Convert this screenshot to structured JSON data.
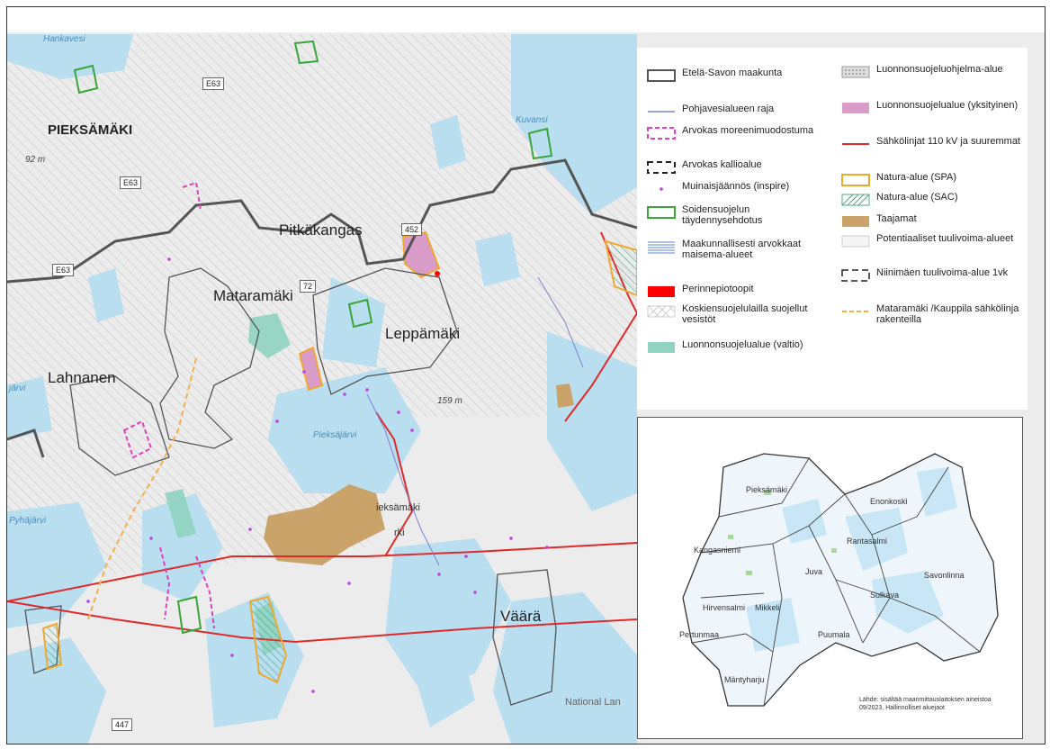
{
  "places": {
    "pieksamaki_region": "PIEKSÄMÄKI",
    "pitkakangas": "Pitkäkangas",
    "mataramaki": "Mataramäki",
    "leppamaki": "Leppämäki",
    "lahnanen": "Lahnanen",
    "vaara": "Väärä",
    "pieksamaki_town": "ieksämäki",
    "mantyharju_partial": "rki",
    "national_land": "National Lan",
    "hankavesi": "Hankavesi",
    "kuvansi": "Kuvansi",
    "pieksajarvi": "Pieksäjärvi",
    "pyhajarvi": "Pyhäjärvi",
    "jarvi": "järvi"
  },
  "elevations": {
    "e92": "92 m",
    "e159": "159 m"
  },
  "roads": {
    "e63_top": "E63",
    "e63_mid": "E63",
    "e63_left": "E63",
    "r72": "72",
    "r452": "452",
    "r447": "447"
  },
  "legend": {
    "items": [
      {
        "label": "Etelä-Savon maakunta",
        "symbol": "region-border"
      },
      {
        "label": "Pohjavesialueen raja",
        "symbol": "groundwater-line"
      },
      {
        "label": "Arvokas moreenimuodostuma",
        "symbol": "moraine-dash"
      },
      {
        "label": "Arvokas kallioalue",
        "symbol": "rock-dash"
      },
      {
        "label": "Muinaisjäännös (inspire)",
        "symbol": "ancient-dot"
      },
      {
        "label": "Soidensuojelun täydennysehdotus",
        "symbol": "mire-box"
      },
      {
        "label": "Maakunnallisesti arvokkaat maisema-alueet",
        "symbol": "landscape-lines"
      },
      {
        "label": "Perinnepiotoopit",
        "symbol": "heritage-fill"
      },
      {
        "label": "Koskiensuojelulailla suojellut vesistöt",
        "symbol": "rapids-hatch"
      },
      {
        "label": "Luonnonsuojelualue (valtio)",
        "symbol": "state-reserve-fill"
      },
      {
        "label": "Luonnonsuojeluohjelma-alue",
        "symbol": "program-dots"
      },
      {
        "label": "Luonnonsuojelualue (yksityinen)",
        "symbol": "private-reserve-fill"
      },
      {
        "label": "Sähkölinjat 110 kV ja suuremmat",
        "symbol": "powerline"
      },
      {
        "label": "Natura-alue (SPA)",
        "symbol": "spa-box"
      },
      {
        "label": "Natura-alue (SAC)",
        "symbol": "sac-hatch"
      },
      {
        "label": "Taajamat",
        "symbol": "urban-fill"
      },
      {
        "label": "Potentiaaliset tuulivoima-alueet",
        "symbol": "wind-area-box"
      },
      {
        "label": "Niinimäen tuulivoima-alue 1vk",
        "symbol": "niinimaki-dash"
      },
      {
        "label": "Mataramäki /Kauppila sähkölinja rakenteilla",
        "symbol": "construction-line"
      }
    ]
  },
  "inset": {
    "municipalities": [
      "Pieksämäki",
      "Enonkoski",
      "Rantasalmi",
      "Kangasniemi",
      "Juva",
      "Savonlinna",
      "Sulkava",
      "Hirvensalmi",
      "Mikkeli",
      "Pertunmaa",
      "Puumala",
      "Mäntyharju"
    ],
    "source": "Lähde: sisältää maanmittauslaitoksen aineistoa 09/2023, Hallinnolliset aluejaot"
  },
  "colors": {
    "water": "#b8def0",
    "land": "#ececec",
    "region_border": "#555555",
    "powerline": "#e02a2a",
    "urban": "#c9a36a",
    "mire": "#3aa63a",
    "moraine": "#e040c0",
    "spa": "#f0a830",
    "state_reserve": "#8fd3c0",
    "private_reserve": "#d99cc8",
    "construction": "#f2b04a",
    "heritage": "#ff0000",
    "ancient": "#c040e0",
    "groundwater": "#8080d0"
  }
}
